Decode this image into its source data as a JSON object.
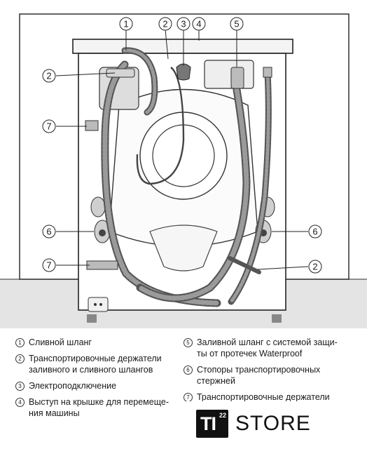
{
  "callouts": {
    "c1": "1",
    "c2": "2",
    "c3": "3",
    "c4": "4",
    "c5": "5",
    "c6": "6",
    "c7": "7"
  },
  "legend": {
    "left": [
      {
        "num": "1",
        "text": "Сливной шланг"
      },
      {
        "num": "2",
        "text": "Транспортировочные держатели\nзаливного и сливного шлангов"
      },
      {
        "num": "3",
        "text": "Электроподключение"
      },
      {
        "num": "4",
        "text": "Выступ на крышке для перемеще-\nния машины"
      }
    ],
    "right": [
      {
        "num": "5",
        "text": "Заливной шланг с системой защи-\nты от протечек Waterproof"
      },
      {
        "num": "6",
        "text": "Стопоры транспортировочных\nстержней"
      },
      {
        "num": "7",
        "text": "Транспортировочные держатели"
      }
    ]
  },
  "badge": {
    "logo": "TI",
    "superscript": "22",
    "label": "STORE"
  }
}
